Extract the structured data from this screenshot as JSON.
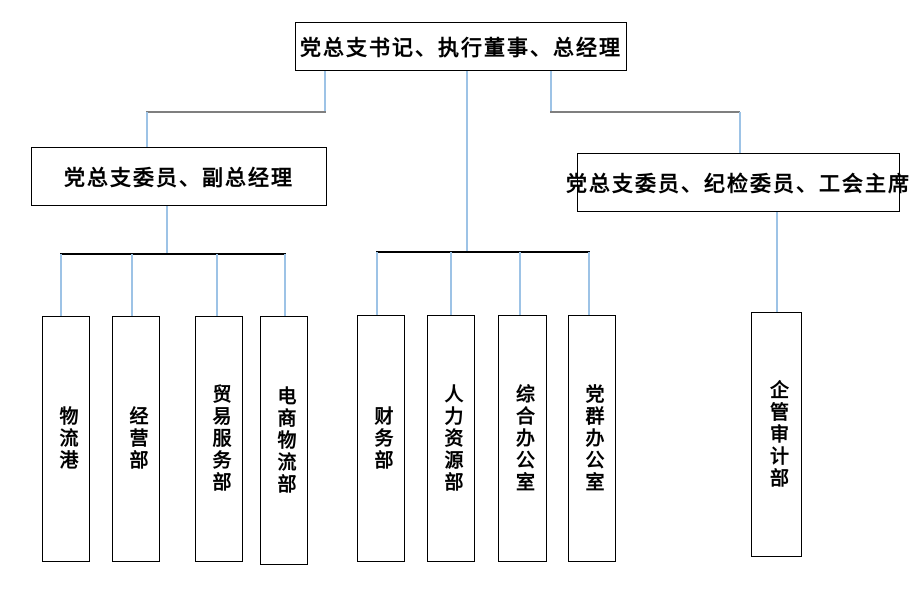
{
  "org_chart": {
    "root": "党总支书记、执行董事、总经理",
    "level2_left": "党总支委员、副总经理",
    "level2_right": "党总支委员、纪检委员、工会主席",
    "departments": [
      "物流港",
      "经营部",
      "贸易服务部",
      "电商物流部",
      "财务部",
      "人力资源部",
      "综合办公室",
      "党群办公室",
      "企管审计部"
    ]
  },
  "colors": {
    "connector_blue": "#9dc3e6",
    "connector_gray": "#7f7f7f",
    "line_black": "#000000",
    "box_border": "#000000",
    "background": "#ffffff",
    "text": "#000000"
  }
}
